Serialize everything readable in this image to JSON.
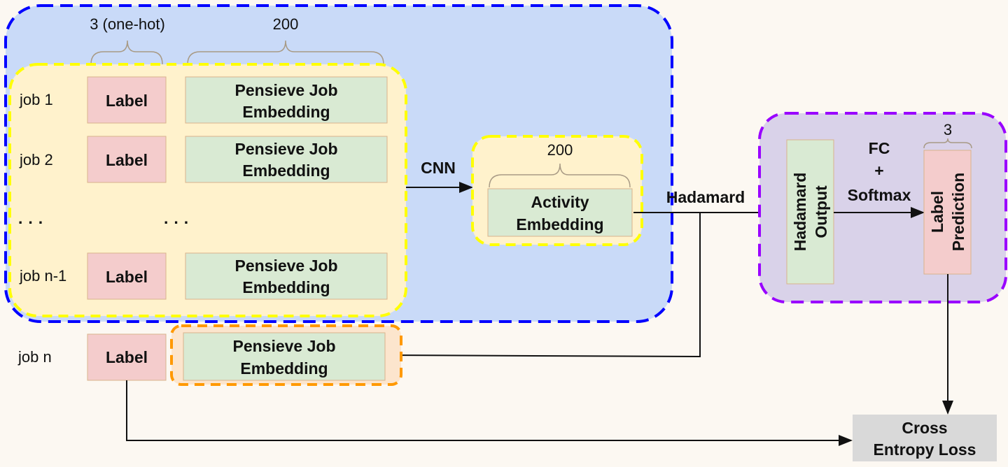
{
  "dims": {
    "label_dim": "3 (one-hot)",
    "embedding_dim": "200",
    "activity_dim": "200",
    "prediction_dim": "3"
  },
  "rows": [
    {
      "job": "job 1",
      "label": "Label",
      "embedding": [
        "Pensieve Job",
        "Embedding"
      ]
    },
    {
      "job": "job 2",
      "label": "Label",
      "embedding": [
        "Pensieve Job",
        "Embedding"
      ]
    },
    {
      "job": "job n-1",
      "label": "Label",
      "embedding": [
        "Pensieve Job",
        "Embedding"
      ]
    },
    {
      "job": "job n",
      "label": "Label",
      "embedding": [
        "Pensieve Job",
        "Embedding"
      ]
    }
  ],
  "ellipsis": "...",
  "cnn": "CNN",
  "activity": [
    "Activity",
    "Embedding"
  ],
  "hadamard": "Hadamard",
  "hadamard_output": [
    "Hadamard",
    "Output"
  ],
  "fc": [
    "FC",
    "+",
    "Softmax"
  ],
  "label_prediction": [
    "Label",
    "Prediction"
  ],
  "loss": [
    "Cross",
    "Entropy Loss"
  ],
  "colors": {
    "blue_fill": "#c9daf8",
    "blue_stroke": "#0000ff",
    "yellow_fill": "#fff2cc",
    "yellow_stroke": "#ffff00",
    "purple_fill": "#d9d2e9",
    "purple_stroke": "#9900ff",
    "orange_stroke": "#ff9900",
    "label_fill": "#f4cccc",
    "embed_fill": "#d9ead3"
  }
}
